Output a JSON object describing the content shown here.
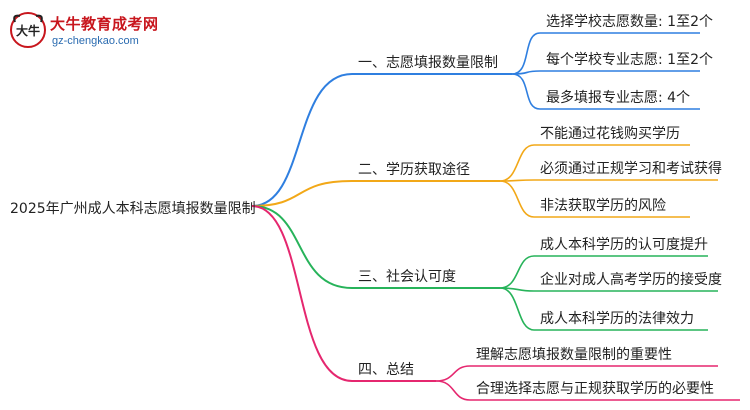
{
  "logo": {
    "title": "大牛教育成考网",
    "url": "gz-chengkao.com",
    "mark_text": "大牛",
    "brand_color": "#c8161d",
    "url_color": "#2a6bb0"
  },
  "root": {
    "label": "2025年广州成人本科志愿填报数量限制"
  },
  "branches": [
    {
      "label": "一、志愿填报数量限制",
      "color": "#2f7fe0",
      "children": [
        "选择学校志愿数量: 1至2个",
        "每个学校专业志愿: 1至2个",
        "最多填报专业志愿: 4个"
      ]
    },
    {
      "label": "二、学历获取途径",
      "color": "#f2a818",
      "children": [
        "不能通过花钱购买学历",
        "必须通过正规学习和考试获得",
        "非法获取学历的风险"
      ]
    },
    {
      "label": "三、社会认可度",
      "color": "#27b35a",
      "children": [
        "成人本科学历的认可度提升",
        "企业对成人高考学历的接受度",
        "成人本科学历的法律效力"
      ]
    },
    {
      "label": "四、总结",
      "color": "#e5276f",
      "children": [
        "理解志愿填报数量限制的重要性",
        "合理选择志愿与正规获取学历的必要性"
      ]
    }
  ]
}
